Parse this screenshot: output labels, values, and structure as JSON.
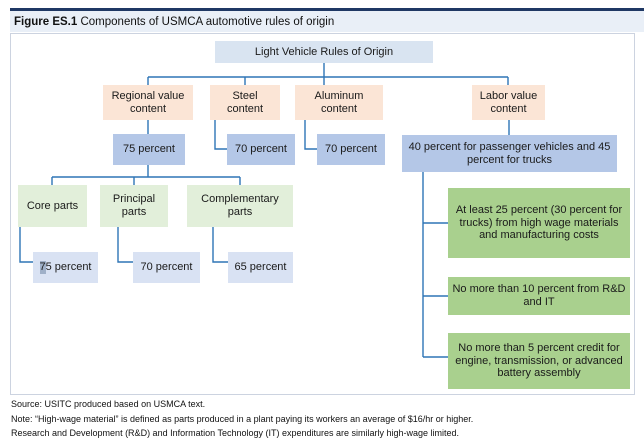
{
  "figure": {
    "label": "Figure ES.1",
    "title": " Components of USMCA automotive rules of origin"
  },
  "tree": {
    "root": "Light Vehicle Rules of Origin",
    "regional": {
      "label": "Regional value content",
      "threshold": "75 percent"
    },
    "steel": {
      "label": "Steel content",
      "threshold": "70 percent"
    },
    "aluminum": {
      "label": "Aluminum content",
      "threshold": "70 percent"
    },
    "labor": {
      "label": "Labor value content",
      "threshold": "40 percent for passenger vehicles and 45 percent for trucks"
    },
    "parts": {
      "core": {
        "label": "Core parts",
        "threshold_hl": "7",
        "threshold_rest": "5 percent"
      },
      "principal": {
        "label": "Principal parts",
        "threshold": "70 percent"
      },
      "complementary": {
        "label": "Complementary parts",
        "threshold": "65 percent"
      }
    },
    "labor_rules": [
      "At least 25 percent (30 percent for trucks) from high wage materials and manufacturing costs",
      "No more than 10 percent from R&D and IT",
      "No more than 5 percent credit for engine, transmission, or advanced battery assembly"
    ]
  },
  "notes": [
    "Source: USITC produced based on USMCA text.",
    "Note: “High-wage material” is defined as parts produced in a plant paying its workers an average of $16/hr or higher.",
    "Research and Development (R&D) and Information Technology (IT) expenditures are similarly high-wage limited."
  ],
  "colors": {
    "header_rule": "#1f3864",
    "header_bg": "#e9eff7",
    "connector": "#2e75b6",
    "root_box": "#d9e4f1",
    "category_box": "#fbe5d6",
    "threshold_box": "#b4c7e7",
    "parts_box": "#e2efda",
    "parts_threshold_box": "#d9e2f3",
    "labor_rule_box": "#a9d08e"
  }
}
